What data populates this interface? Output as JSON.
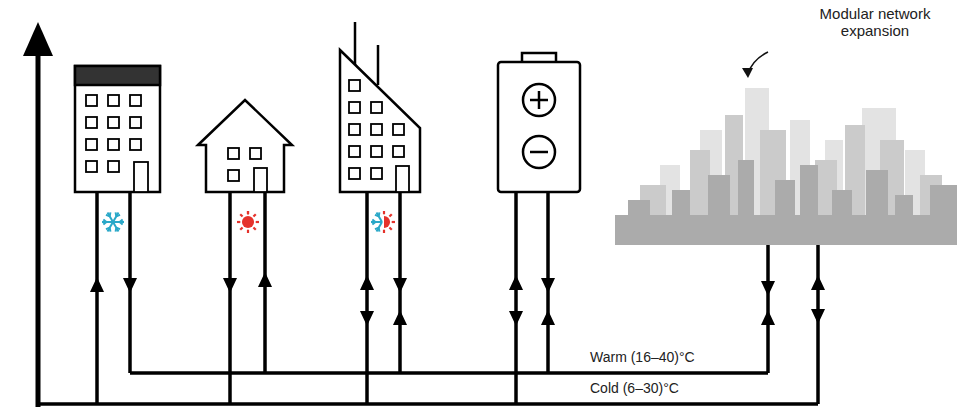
{
  "diagram": {
    "labels": [
      "Modular network expansion",
      "Warm (16–40)°C",
      "Cold (6–30)°C"
    ]
  }
}
